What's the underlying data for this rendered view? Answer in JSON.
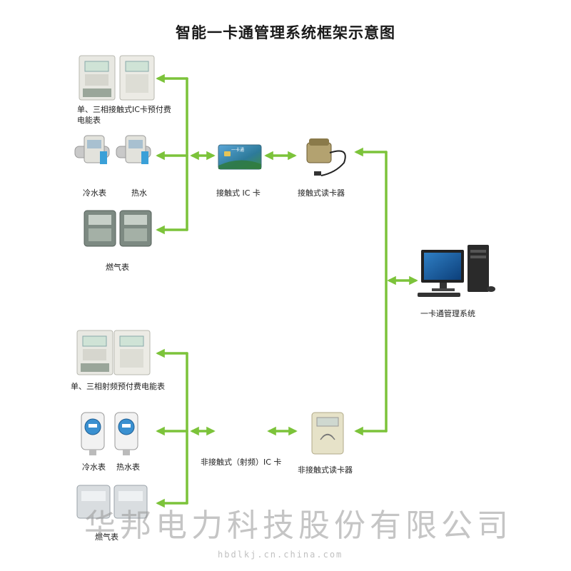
{
  "title": "智能一卡通管理系统框架示意图",
  "colors": {
    "connector": "#7cc33a",
    "device_body": "#e6e6e0",
    "device_dark": "#5a6a5a",
    "screen": "#cfe3d6"
  },
  "contact_group": {
    "electric_meter_label": "单、三相接触式IC卡预付费电能表",
    "cold_water_label": "冷水表",
    "hot_water_label": "热水",
    "gas_meter_label": "燃气表",
    "card_label": "接触式 IC 卡",
    "card_text": "一卡通",
    "reader_label": "接触式读卡器"
  },
  "computer_label": "一卡通管理系统",
  "rf_group": {
    "electric_meter_label": "单、三相射频预付费电能表",
    "cold_water_label": "冷水表",
    "hot_water_label": "热水表",
    "gas_meter_label": "燃气表",
    "card_label": "非接触式（射频）IC 卡",
    "reader_label": "非接触式读卡器"
  },
  "watermark": {
    "company": "华邦电力科技股份有限公司",
    "url": "hbdlkj.cn.china.com"
  },
  "icons": [
    "electric-meter-icon",
    "water-meter-icon",
    "gas-meter-icon",
    "ic-card-icon",
    "card-reader-icon",
    "computer-icon",
    "rf-reader-icon"
  ]
}
